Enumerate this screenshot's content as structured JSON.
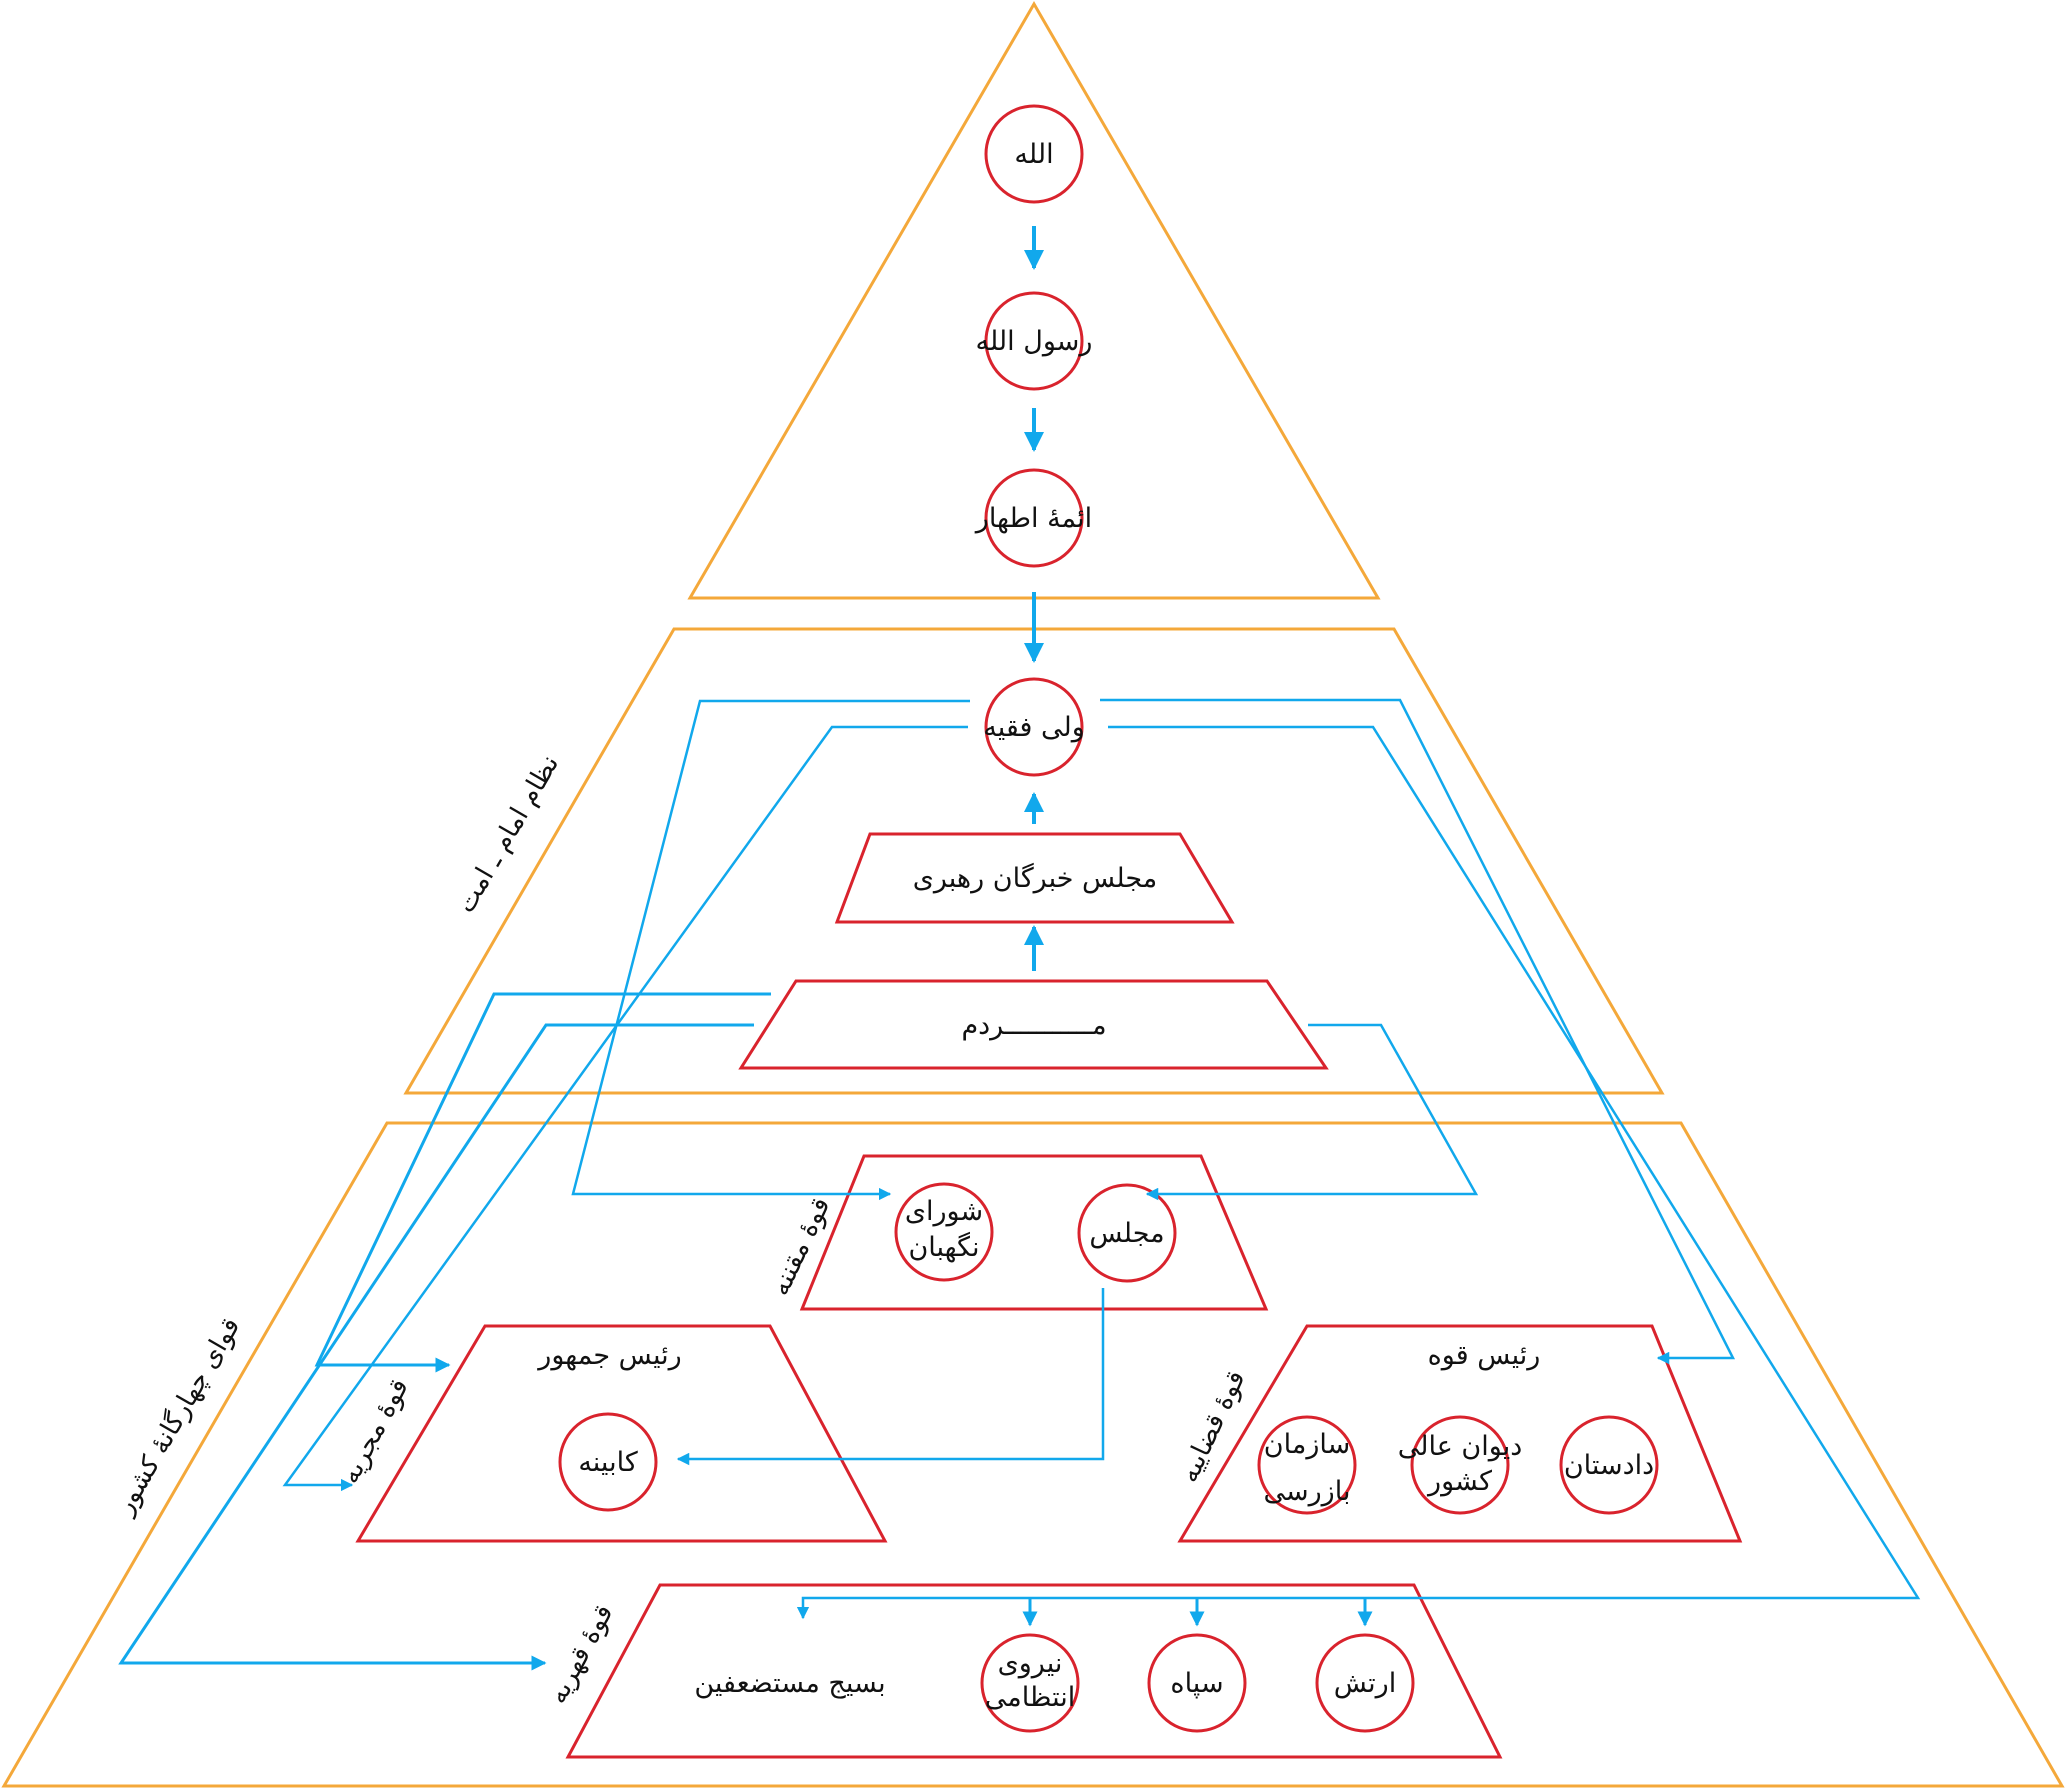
{
  "colors": {
    "frame": "#f4a83a",
    "node": "#d9232d",
    "arrow": "#11a8ec",
    "text": "#111111"
  },
  "nodes": {
    "allah": "الله",
    "rasul": "رسول الله",
    "aemme": "ائمۀ اطهار",
    "vali": "ولی فقیه",
    "khobregan": "مجلس خبرگان رهبری",
    "mardom": "مـــــــــــردم",
    "shoraye1": "شورای",
    "shoraye2": "نگهبان",
    "majles": "مجلس",
    "rais_jomhur": "رئیس جمهور",
    "kabine": "کابینه",
    "rais_qove": "رئیس قوه",
    "dadestan": "دادستان",
    "divan1": "دیوان عالی",
    "divan2": "کشور",
    "sazman1": "سازمان",
    "sazman2": "بازرسی",
    "basij": "بسیج مستضعفین",
    "niru1": "نیروی",
    "niru2": "انتظامی",
    "sepah": "سپاه",
    "artesh": "ارتش"
  },
  "side_labels": {
    "nezam": "نظام امام ـ امت",
    "qovaye": "قوای چهارگانۀ کشور",
    "moqanene": "قوۀ مقننه",
    "mojrie": "قوۀ مجریه",
    "qazaie": "قوۀ قضاییه",
    "qahrie": "قوۀ قهریه"
  }
}
